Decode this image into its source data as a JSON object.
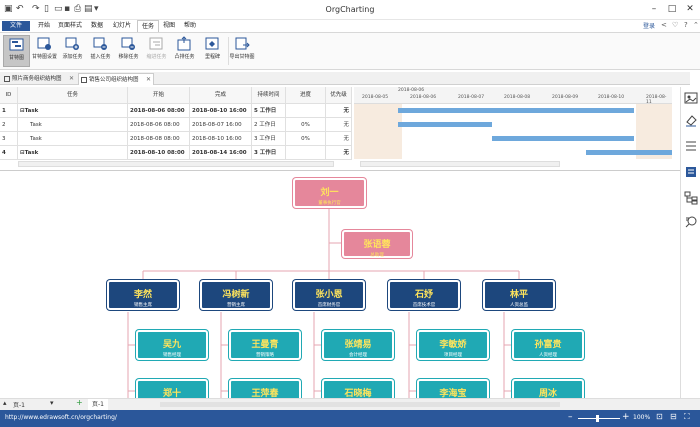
{
  "app": {
    "title": "OrgCharting",
    "login_label": "登录"
  },
  "menu": {
    "file": "文件",
    "items": [
      "开始",
      "页面样式",
      "数据",
      "幻灯片",
      "任务",
      "视图",
      "帮助"
    ],
    "active": "任务"
  },
  "ribbon": {
    "buttons": [
      {
        "label": "甘特图",
        "icon": "gantt-chart-icon",
        "active": true
      },
      {
        "label": "甘特图设置",
        "icon": "gantt-settings-icon"
      },
      {
        "label": "添加任务",
        "icon": "add-task-icon"
      },
      {
        "label": "插入任务",
        "icon": "insert-task-icon"
      },
      {
        "label": "移除任务",
        "icon": "remove-task-icon"
      },
      {
        "label": "缩进任务",
        "icon": "indent-task-icon",
        "disabled": true
      },
      {
        "label": "凸排任务",
        "icon": "outdent-task-icon"
      },
      {
        "label": "里程碑",
        "icon": "milestone-icon"
      },
      {
        "label": "导出甘特图",
        "icon": "export-gantt-icon"
      }
    ]
  },
  "doc_tabs": [
    {
      "label": "照片商务组织结构图",
      "active": false
    },
    {
      "label": "销售公司组织结构图",
      "active": true
    }
  ],
  "gantt": {
    "columns": [
      "ID",
      "任务",
      "开始",
      "完成",
      "持续时间",
      "进度",
      "优先级"
    ],
    "rows": [
      {
        "id": "1",
        "task": "Task",
        "start": "2018-08-06 08:00",
        "finish": "2018-08-10 16:00",
        "duration": "5 工作日",
        "progress": "",
        "priority": "无",
        "summary": true
      },
      {
        "id": "2",
        "task": "Task",
        "start": "2018-08-06 08:00",
        "finish": "2018-08-07 16:00",
        "duration": "2 工作日",
        "progress": "0%",
        "priority": "无",
        "summary": false
      },
      {
        "id": "3",
        "task": "Task",
        "start": "2018-08-08 08:00",
        "finish": "2018-08-10 16:00",
        "duration": "3 工作日",
        "progress": "0%",
        "priority": "无",
        "summary": false
      },
      {
        "id": "4",
        "task": "Task",
        "start": "2018-08-10 08:00",
        "finish": "2018-08-14 16:00",
        "duration": "3 工作日",
        "progress": "",
        "priority": "无",
        "summary": true
      }
    ],
    "month_label": "2018-08-06",
    "dates": [
      "2018-08-05",
      "2018-08-06",
      "2018-08-07",
      "2018-08-08",
      "2018-08-09",
      "2018-08-10",
      "2018-08-11"
    ]
  },
  "org": {
    "ceo": {
      "name": "刘一",
      "role": "董事执行官"
    },
    "assistant": {
      "name": "张语蓉",
      "role": "总助理"
    },
    "managers": [
      {
        "name": "李然",
        "role": "销售主席"
      },
      {
        "name": "冯树新",
        "role": "营销主席"
      },
      {
        "name": "张小恩",
        "role": "首席财务官"
      },
      {
        "name": "石妤",
        "role": "首席技术官"
      },
      {
        "name": "林平",
        "role": "人资总监"
      }
    ],
    "staff_row1": [
      {
        "name": "吴九",
        "role": "销售经理"
      },
      {
        "name": "王曼青",
        "role": "营销策略"
      },
      {
        "name": "张靖易",
        "role": "会计经理"
      },
      {
        "name": "李敏娇",
        "role": "项目经理"
      },
      {
        "name": "孙富贵",
        "role": "人资经理"
      }
    ],
    "staff_row2_partial": [
      "郑十",
      "王萍春",
      "石晓梅",
      "李海宝",
      "周冰"
    ]
  },
  "pages": {
    "current": "页-1",
    "tab": "页-1"
  },
  "status": {
    "url": "http://www.edrawsoft.cn/orgcharting/",
    "zoom": "100%"
  },
  "colors": {
    "accent": "#2b579a",
    "pink": "#e5879b",
    "navy": "#1d477d",
    "teal": "#20a9b4",
    "name_yellow": "#ffe45c",
    "gantt_bar": "#6ea8dc"
  }
}
